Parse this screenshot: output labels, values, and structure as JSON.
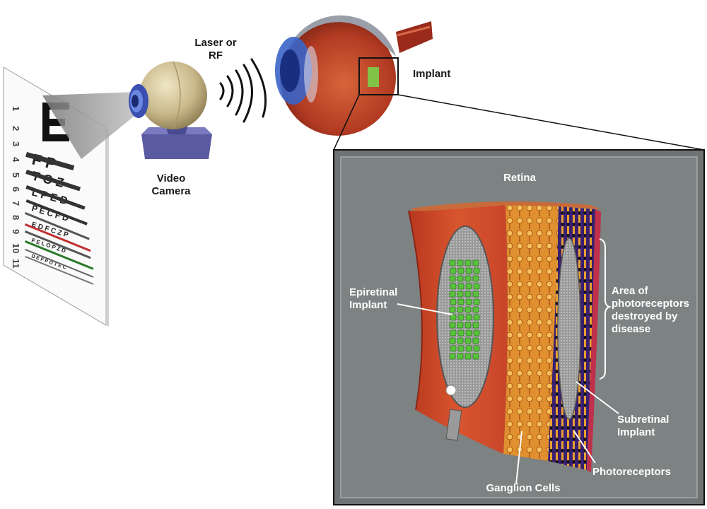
{
  "labels": {
    "laser_rf": [
      "Laser or",
      "RF"
    ],
    "implant": "Implant",
    "video_camera": [
      "Video",
      "Camera"
    ],
    "retina": "Retina",
    "epiretinal_implant": [
      "Epiretinal",
      "Implant"
    ],
    "area_photoreceptors": [
      "Area of",
      "photoreceptors",
      "destroyed by",
      "disease"
    ],
    "subretinal_implant": [
      "Subretinal",
      "Implant"
    ],
    "photoreceptors": "Photoreceptors",
    "ganglion_cells": "Ganglion Cells"
  },
  "eye_chart": {
    "rows": [
      "E",
      "F P",
      "T O Z",
      "L P E D",
      "P E C F D",
      "E D F C Z P",
      "F E L O P Z D",
      "D E F P O T E C"
    ],
    "line_numbers": [
      "1",
      "2",
      "3",
      "4",
      "5",
      "6",
      "7",
      "8",
      "9",
      "10",
      "11"
    ]
  },
  "colors": {
    "inset_bg": "#7d8282",
    "retina_red": "#c8452a",
    "ganglion_orange": "#e89a3a",
    "photoreceptor_purple": "#4a2a8a",
    "implant_green": "#58c23a",
    "camera_body": "#c9b98a",
    "camera_base": "#5a5aa0",
    "lens_blue": "#4a68c8"
  }
}
